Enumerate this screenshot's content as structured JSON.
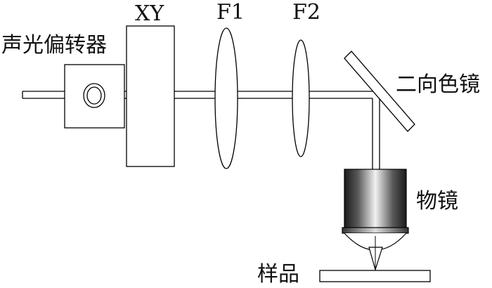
{
  "labels": {
    "aod": "声光偏转器",
    "xy": "XY",
    "f1": "F1",
    "f2": "F2",
    "dichroic": "二向色镜",
    "objective": "物镜",
    "sample": "样品"
  }
}
